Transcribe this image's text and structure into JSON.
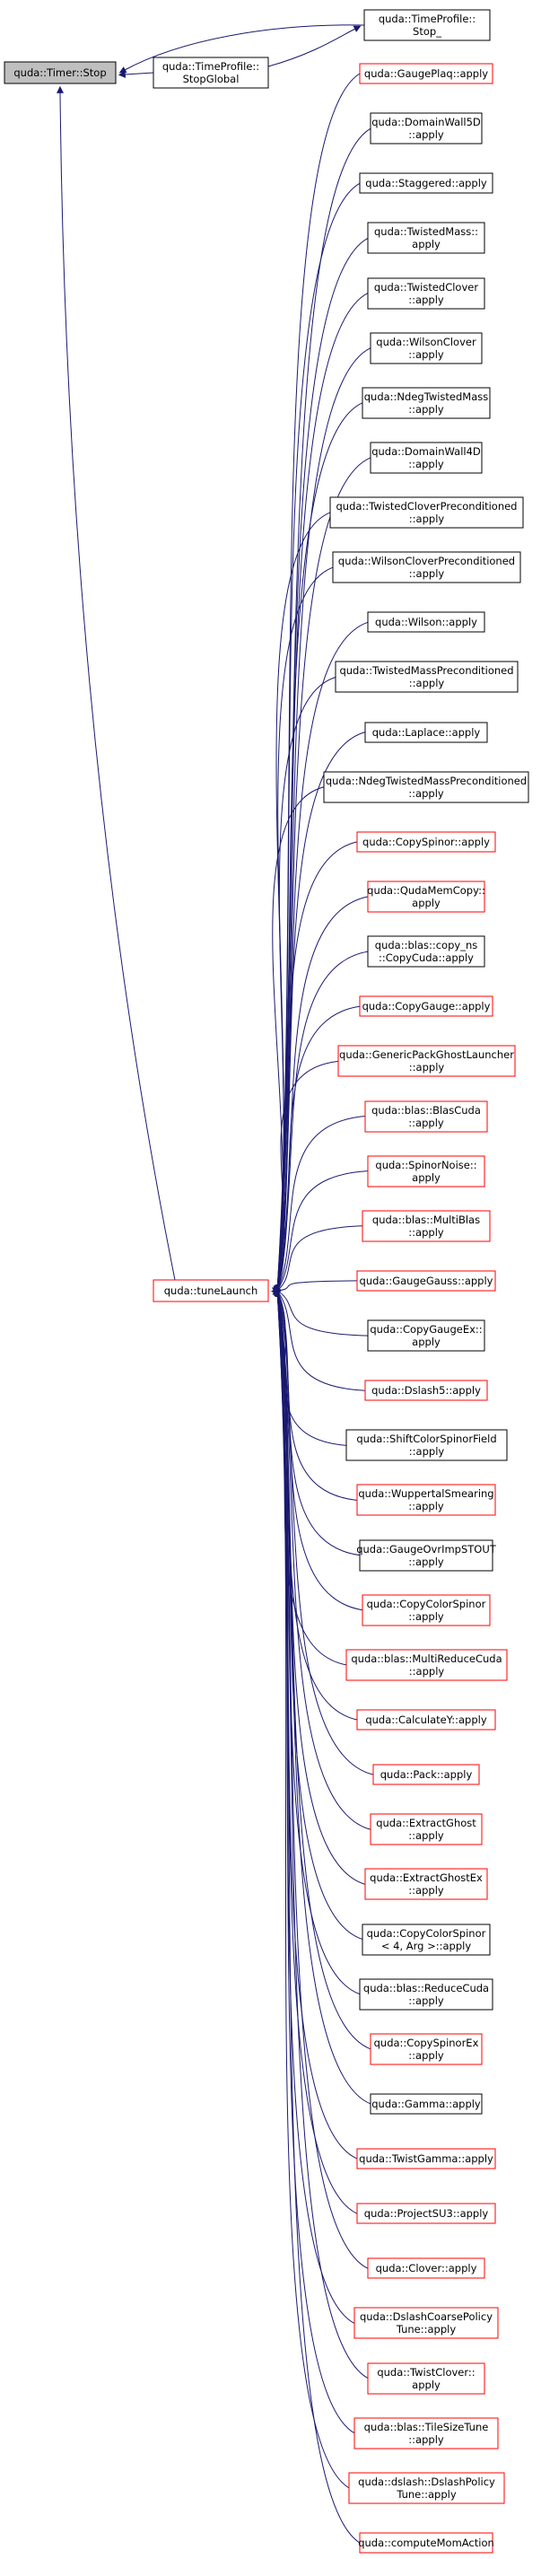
{
  "root": {
    "lines": [
      "quda::Timer::Stop"
    ]
  },
  "timeprofile_stop": {
    "lines": [
      "quda::TimeProfile::",
      "Stop_"
    ]
  },
  "timeprofile_stopglobal": {
    "lines": [
      "quda::TimeProfile::",
      "StopGlobal"
    ]
  },
  "tune_launch": {
    "lines": [
      "quda::tuneLaunch"
    ]
  },
  "callers": [
    {
      "lines": [
        "quda::GaugePlaq::apply"
      ],
      "color": "#ff0000"
    },
    {
      "lines": [
        "quda::DomainWall5D",
        "::apply"
      ],
      "color": "#000000"
    },
    {
      "lines": [
        "quda::Staggered::apply"
      ],
      "color": "#000000"
    },
    {
      "lines": [
        "quda::TwistedMass::",
        "apply"
      ],
      "color": "#000000"
    },
    {
      "lines": [
        "quda::TwistedClover",
        "::apply"
      ],
      "color": "#000000"
    },
    {
      "lines": [
        "quda::WilsonClover",
        "::apply"
      ],
      "color": "#000000"
    },
    {
      "lines": [
        "quda::NdegTwistedMass",
        "::apply"
      ],
      "color": "#000000"
    },
    {
      "lines": [
        "quda::DomainWall4D",
        "::apply"
      ],
      "color": "#000000"
    },
    {
      "lines": [
        "quda::TwistedCloverPreconditioned",
        "::apply"
      ],
      "color": "#000000"
    },
    {
      "lines": [
        "quda::WilsonCloverPreconditioned",
        "::apply"
      ],
      "color": "#000000"
    },
    {
      "lines": [
        "quda::Wilson::apply"
      ],
      "color": "#000000"
    },
    {
      "lines": [
        "quda::TwistedMassPreconditioned",
        "::apply"
      ],
      "color": "#000000"
    },
    {
      "lines": [
        "quda::Laplace::apply"
      ],
      "color": "#000000"
    },
    {
      "lines": [
        "quda::NdegTwistedMassPreconditioned",
        "::apply"
      ],
      "color": "#000000"
    },
    {
      "lines": [
        "quda::CopySpinor::apply"
      ],
      "color": "#ff0000"
    },
    {
      "lines": [
        "quda::QudaMemCopy::",
        "apply"
      ],
      "color": "#ff0000"
    },
    {
      "lines": [
        "quda::blas::copy_ns",
        "::CopyCuda::apply"
      ],
      "color": "#000000"
    },
    {
      "lines": [
        "quda::CopyGauge::apply"
      ],
      "color": "#ff0000"
    },
    {
      "lines": [
        "quda::GenericPackGhostLauncher",
        "::apply"
      ],
      "color": "#ff0000"
    },
    {
      "lines": [
        "quda::blas::BlasCuda",
        "::apply"
      ],
      "color": "#ff0000"
    },
    {
      "lines": [
        "quda::SpinorNoise::",
        "apply"
      ],
      "color": "#ff0000"
    },
    {
      "lines": [
        "quda::blas::MultiBlas",
        "::apply"
      ],
      "color": "#ff0000"
    },
    {
      "lines": [
        "quda::GaugeGauss::apply"
      ],
      "color": "#ff0000"
    },
    {
      "lines": [
        "quda::CopyGaugeEx::",
        "apply"
      ],
      "color": "#000000"
    },
    {
      "lines": [
        "quda::Dslash5::apply"
      ],
      "color": "#ff0000"
    },
    {
      "lines": [
        "quda::ShiftColorSpinorField",
        "::apply"
      ],
      "color": "#000000"
    },
    {
      "lines": [
        "quda::WuppertalSmearing",
        "::apply"
      ],
      "color": "#ff0000"
    },
    {
      "lines": [
        "quda::GaugeOvrImpSTOUT",
        "::apply"
      ],
      "color": "#000000"
    },
    {
      "lines": [
        "quda::CopyColorSpinor",
        "::apply"
      ],
      "color": "#ff0000"
    },
    {
      "lines": [
        "quda::blas::MultiReduceCuda",
        "::apply"
      ],
      "color": "#ff0000"
    },
    {
      "lines": [
        "quda::CalculateY::apply"
      ],
      "color": "#ff0000"
    },
    {
      "lines": [
        "quda::Pack::apply"
      ],
      "color": "#ff0000"
    },
    {
      "lines": [
        "quda::ExtractGhost",
        "::apply"
      ],
      "color": "#ff0000"
    },
    {
      "lines": [
        "quda::ExtractGhostEx",
        "::apply"
      ],
      "color": "#ff0000"
    },
    {
      "lines": [
        "quda::CopyColorSpinor",
        "< 4, Arg >::apply"
      ],
      "color": "#000000"
    },
    {
      "lines": [
        "quda::blas::ReduceCuda",
        "::apply"
      ],
      "color": "#000000"
    },
    {
      "lines": [
        "quda::CopySpinorEx",
        "::apply"
      ],
      "color": "#ff0000"
    },
    {
      "lines": [
        "quda::Gamma::apply"
      ],
      "color": "#000000"
    },
    {
      "lines": [
        "quda::TwistGamma::apply"
      ],
      "color": "#ff0000"
    },
    {
      "lines": [
        "quda::ProjectSU3::apply"
      ],
      "color": "#ff0000"
    },
    {
      "lines": [
        "quda::Clover::apply"
      ],
      "color": "#ff0000"
    },
    {
      "lines": [
        "quda::DslashCoarsePolicy",
        "Tune::apply"
      ],
      "color": "#ff0000"
    },
    {
      "lines": [
        "quda::TwistClover::",
        "apply"
      ],
      "color": "#ff0000"
    },
    {
      "lines": [
        "quda::blas::TileSizeTune",
        "::apply"
      ],
      "color": "#ff0000"
    },
    {
      "lines": [
        "quda::dslash::DslashPolicy",
        "Tune::apply"
      ],
      "color": "#ff0000"
    },
    {
      "lines": [
        "quda::computeMomAction"
      ],
      "color": "#ff0000"
    }
  ],
  "colors": {
    "edge": "#191970",
    "root_fill": "#bfbfbf",
    "node_fill": "#ffffff",
    "text": "#000000"
  }
}
